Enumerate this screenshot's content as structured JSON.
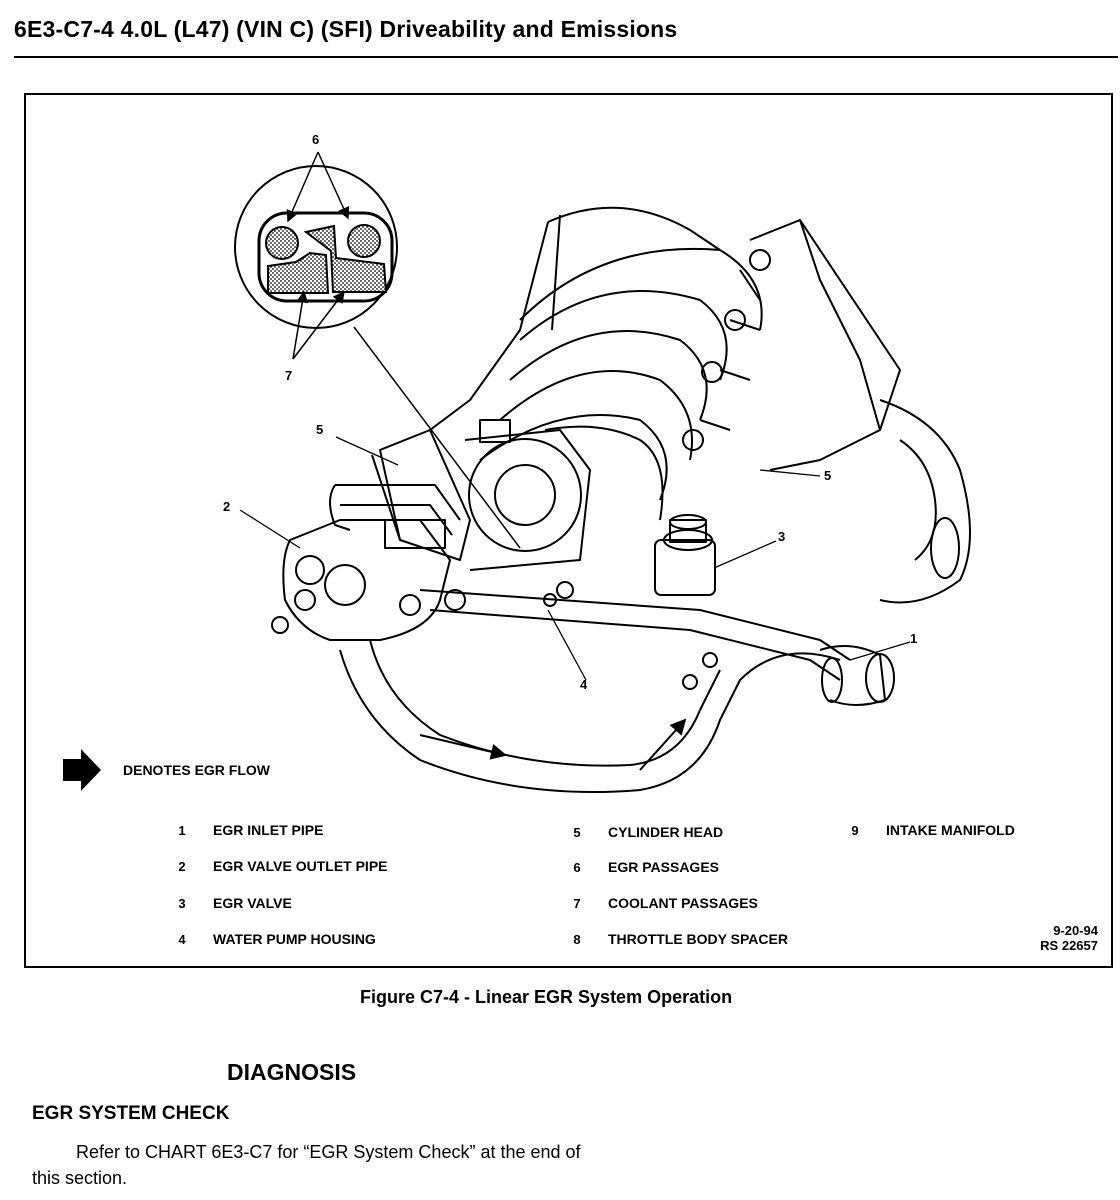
{
  "header": {
    "title": "6E3-C7-4  4.0L  (L47)  (VIN C)  (SFI)  Driveability and Emissions"
  },
  "figure": {
    "callouts": {
      "c1": "1",
      "c2": "2",
      "c3": "3",
      "c4": "4",
      "c5a": "5",
      "c5b": "5",
      "c6": "6",
      "c7": "7"
    },
    "flow_label": "DENOTES EGR FLOW",
    "legend": [
      {
        "num": "1",
        "text": "EGR INLET PIPE"
      },
      {
        "num": "2",
        "text": "EGR VALVE OUTLET PIPE"
      },
      {
        "num": "3",
        "text": "EGR VALVE"
      },
      {
        "num": "4",
        "text": "WATER PUMP HOUSING"
      },
      {
        "num": "5",
        "text": "CYLINDER HEAD"
      },
      {
        "num": "6",
        "text": "EGR PASSAGES"
      },
      {
        "num": "7",
        "text": "COOLANT PASSAGES"
      },
      {
        "num": "8",
        "text": "THROTTLE BODY SPACER"
      },
      {
        "num": "9",
        "text": "INTAKE MANIFOLD"
      }
    ],
    "stamp_date": "9-20-94",
    "stamp_ref": "RS 22657",
    "caption": "Figure C7-4 - Linear EGR System Operation"
  },
  "section": {
    "title": "DIAGNOSIS",
    "subtitle": "EGR SYSTEM CHECK",
    "body": "Refer to CHART 6E3-C7 for “EGR System Check” at the end of this section."
  }
}
